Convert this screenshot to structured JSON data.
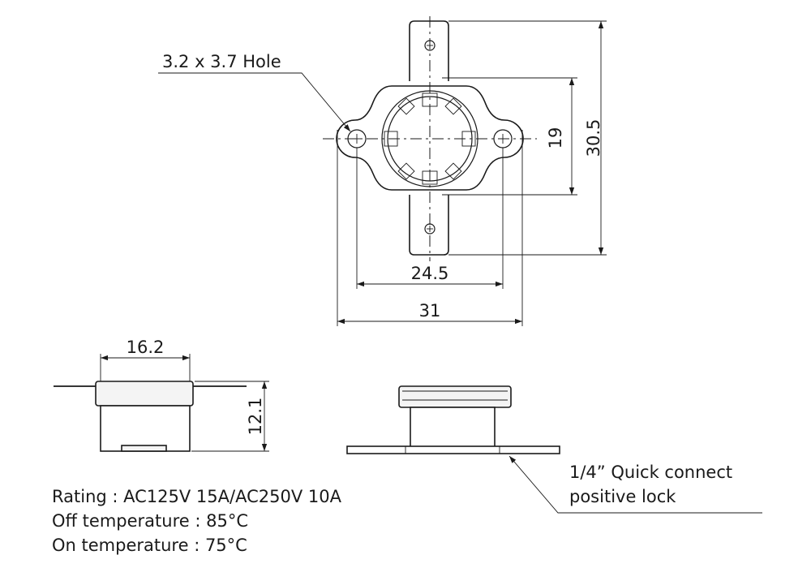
{
  "dimensions": {
    "hole": "3.2 x 3.7 Hole",
    "inner_height": "19",
    "total_height": "30.5",
    "hole_pitch": "24.5",
    "flange_width": "31",
    "body_diameter": "16.2",
    "side_height": "12.1"
  },
  "terminal_note": {
    "line1": "1/4”  Quick connect",
    "line2": "positive lock"
  },
  "specs": {
    "rating": "Rating : AC125V 15A/AC250V 10A",
    "off_temp": "Off temperature : 85°C",
    "on_temp": "On temperature : 75°C"
  }
}
